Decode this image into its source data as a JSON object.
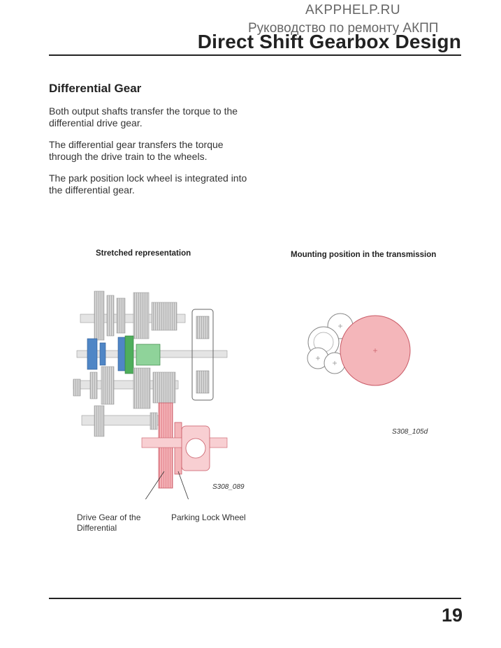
{
  "watermark": {
    "site": "AKPPHELP.RU",
    "subtitle": "Руководство по ремонту АКПП"
  },
  "header": {
    "title": "Direct Shift Gearbox Design"
  },
  "section": {
    "title": "Differential Gear",
    "paragraphs": [
      "Both output shafts transfer the torque to the differential drive gear.",
      "The differential gear transfers the torque through the drive train to the wheels.",
      "The park position lock wheel is integrated into the differential gear."
    ]
  },
  "figures": {
    "left": {
      "caption": "Stretched representation",
      "code": "S308_089",
      "labels": {
        "drive_gear": "Drive Gear of the Differential",
        "parking_lock": "Parking Lock Wheel"
      }
    },
    "right": {
      "caption": "Mounting position in the transmission",
      "code": "S308_105d"
    }
  },
  "footer": {
    "page_number": "19"
  },
  "colors": {
    "differential": "#f4b6ba",
    "differential_dark": "#e0737e",
    "drive_blue": "#4f86c6",
    "drive_green": "#4fae5c",
    "gear_grey": "#c8c8c8",
    "text": "#222222"
  }
}
